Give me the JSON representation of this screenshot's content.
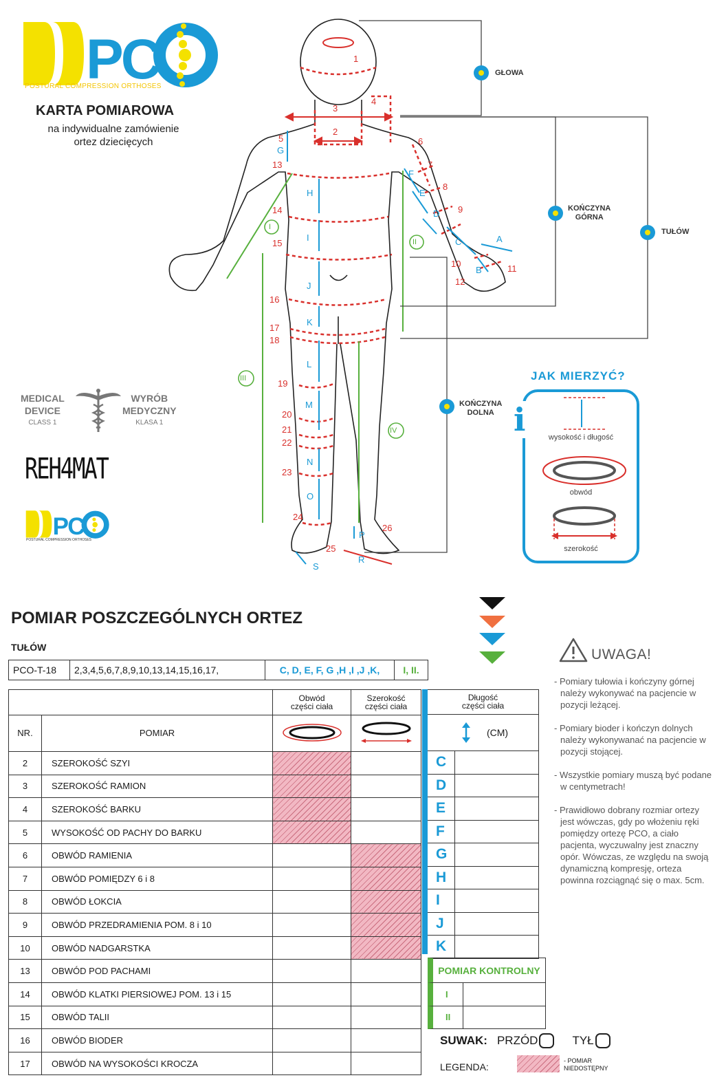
{
  "logo": {
    "brand": "PCO",
    "tagline": "POSTURAL COMPRESSION ORTHOSES"
  },
  "header": {
    "title": "KARTA POMIAROWA",
    "subtitle_line1": "na indywidualne zamówienie",
    "subtitle_line2": "ortez dziecięcych"
  },
  "badges": {
    "medical_line1": "MEDICAL",
    "medical_line2": "DEVICE",
    "medical_class": "CLASS 1",
    "wyrob_line1": "WYRÓB",
    "wyrob_line2": "MEDYCZNY",
    "wyrob_class": "KLASA 1",
    "reha": "REH4MAT"
  },
  "diagram_legend": {
    "head": "GŁOWA",
    "upper_limb_1": "KOŃCZYNA",
    "upper_limb_2": "GÓRNA",
    "torso": "TUŁÓW",
    "lower_limb_1": "KOŃCZYNA",
    "lower_limb_2": "DOLNA"
  },
  "how_to": {
    "title": "JAK MIERZYĆ?",
    "i": "i",
    "height_length": "wysokość i długość",
    "circumference": "obwód",
    "width": "szerokość"
  },
  "body_labels": {
    "n1": "1",
    "n2": "2",
    "n3": "3",
    "n4": "4",
    "n5": "5",
    "n6": "6",
    "n7": "7",
    "n8": "8",
    "n9": "9",
    "n10": "10",
    "n11": "11",
    "n12": "12",
    "n13": "13",
    "n14": "14",
    "n15": "15",
    "n16": "16",
    "n17": "17",
    "n18": "18",
    "n19": "19",
    "n20": "20",
    "n21": "21",
    "n22": "22",
    "n23": "23",
    "n24": "24",
    "n25": "25",
    "n26": "26",
    "A": "A",
    "B": "B",
    "C": "C",
    "D": "D",
    "E": "E",
    "F": "F",
    "G": "G",
    "H": "H",
    "I": "I",
    "J": "J",
    "K": "K",
    "L": "L",
    "M": "M",
    "N": "N",
    "O": "O",
    "P": "P",
    "R": "R",
    "S": "S",
    "rI": "I",
    "rII": "II",
    "rIII": "III",
    "rIV": "IV"
  },
  "section": {
    "title": "POMIAR POSZCZEGÓLNYCH ORTEZ",
    "group": "TUŁÓW",
    "code": "PCO-T-18",
    "red_list": "2,3,4,5,6,7,8,9,10,13,14,15,16,17,",
    "blue_list": "C, D, E, F, G ,H ,I ,J ,K,",
    "green_list": "I, II."
  },
  "table": {
    "col_nr": "NR.",
    "col_pomiar": "POMIAR",
    "col_obwod_1": "Obwód",
    "col_obwod_2": "części ciała",
    "col_szer_1": "Szerokość",
    "col_szer_2": "części ciała",
    "col_dl_1": "Długość",
    "col_dl_2": "części ciała",
    "unit": "(CM)",
    "rows": [
      {
        "nr": "2",
        "name": "SZEROKOŚĆ SZYI"
      },
      {
        "nr": "3",
        "name": "SZEROKOŚĆ RAMION"
      },
      {
        "nr": "4",
        "name": "SZEROKOŚĆ BARKU"
      },
      {
        "nr": "5",
        "name": "WYSOKOŚĆ OD PACHY DO BARKU"
      },
      {
        "nr": "6",
        "name": "OBWÓD RAMIENIA"
      },
      {
        "nr": "7",
        "name": "OBWÓD POMIĘDZY 6 i 8"
      },
      {
        "nr": "8",
        "name": "OBWÓD ŁOKCIA"
      },
      {
        "nr": "9",
        "name": "OBWÓD PRZEDRAMIENIA POM. 8 i 10"
      },
      {
        "nr": "10",
        "name": "OBWÓD NADGARSTKA"
      },
      {
        "nr": "13",
        "name": "OBWÓD POD PACHAMI"
      },
      {
        "nr": "14",
        "name": "OBWÓD KLATKI PIERSIOWEJ POM. 13 i 15"
      },
      {
        "nr": "15",
        "name": "OBWÓD TALII"
      },
      {
        "nr": "16",
        "name": "OBWÓD BIODER"
      },
      {
        "nr": "17",
        "name": "OBWÓD NA WYSOKOŚCI KROCZA"
      }
    ],
    "length_letters": [
      "C",
      "D",
      "E",
      "F",
      "G",
      "H",
      "I",
      "J",
      "K"
    ]
  },
  "control": {
    "title": "POMIAR KONTROLNY",
    "r1": "I",
    "r2": "II"
  },
  "suwak": {
    "label": "SUWAK:",
    "front": "PRZÓD",
    "back": "TYŁ"
  },
  "legenda": {
    "label": "LEGENDA:",
    "text_1": "- POMIAR",
    "text_2": "NIEDOSTĘPNY"
  },
  "uwaga": {
    "title": "UWAGA!",
    "p1": "- Pomiary tułowia i kończyny górnej należy wykonywać na pacjencie w pozycji leżącej.",
    "p2": "- Pomiary bioder i kończyn dolnych należy wykonywanać na pacjencie w pozycji stojącej.",
    "p3": "- Wszystkie pomiary muszą być podane w centymetrach!",
    "p4": "- Prawidłowo dobrany rozmiar ortezy jest wówczas, gdy po włożeniu ręki pomiędzy ortezę PCO, a ciało pacjenta, wyczuwalny jest znaczny opór. Wówczas, ze względu na swoją dynamiczną kompresję, orteza powinna rozciągnąć się o max. 5cm."
  },
  "colors": {
    "red": "#d9302c",
    "blue": "#1a9ad6",
    "green": "#57b03d",
    "yellow": "#f4e100",
    "orange": "#f07040"
  }
}
